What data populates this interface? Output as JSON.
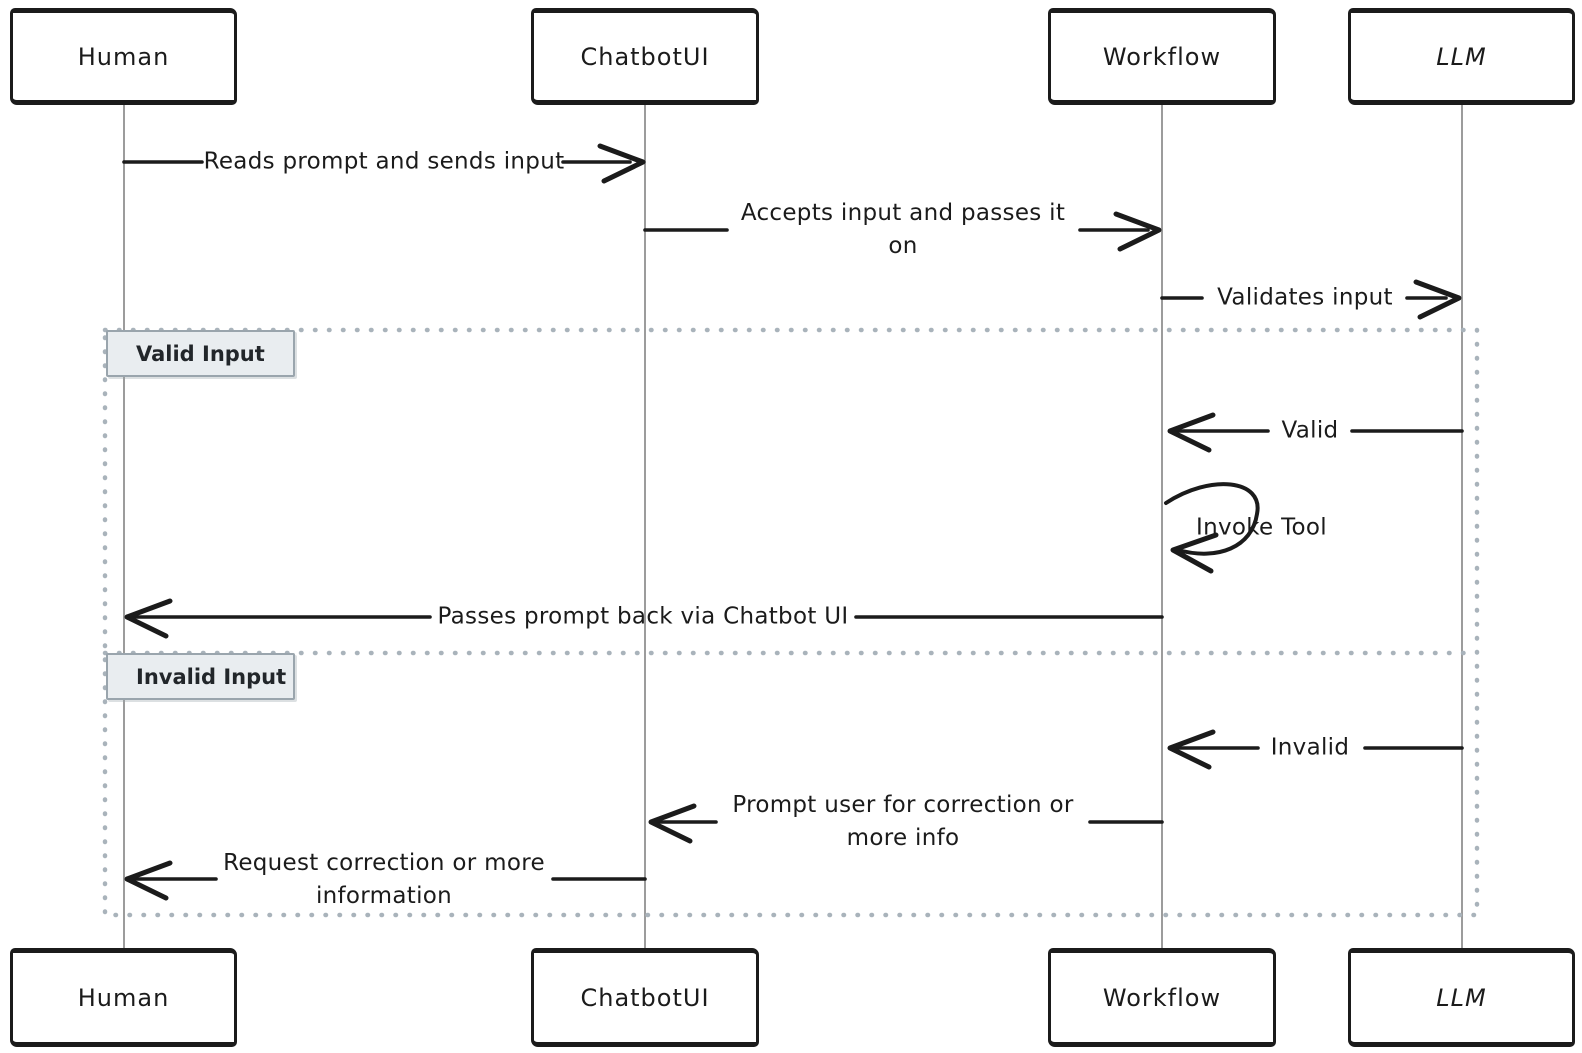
{
  "participants": [
    {
      "name": "Human"
    },
    {
      "name": "ChatbotUI"
    },
    {
      "name": "Workflow"
    },
    {
      "name": "LLM"
    }
  ],
  "frames": [
    {
      "label": "Valid Input"
    },
    {
      "label": "Invalid Input"
    }
  ],
  "messages": [
    {
      "from": "Human",
      "to": "ChatbotUI",
      "lines": [
        "Reads prompt and sends input"
      ]
    },
    {
      "from": "ChatbotUI",
      "to": "Workflow",
      "lines": [
        "Accepts input and passes it",
        "on"
      ]
    },
    {
      "from": "Workflow",
      "to": "LLM",
      "lines": [
        "Validates input"
      ]
    },
    {
      "from": "LLM",
      "to": "Workflow",
      "frame": "Valid Input",
      "lines": [
        "Valid"
      ]
    },
    {
      "from": "Workflow",
      "to": "Workflow",
      "frame": "Valid Input",
      "lines": [
        "Invoke Tool"
      ]
    },
    {
      "from": "Workflow",
      "to": "Human",
      "frame": "Valid Input",
      "lines": [
        "Passes prompt back via Chatbot UI"
      ]
    },
    {
      "from": "LLM",
      "to": "Workflow",
      "frame": "Invalid Input",
      "lines": [
        "Invalid"
      ]
    },
    {
      "from": "Workflow",
      "to": "ChatbotUI",
      "frame": "Invalid Input",
      "lines": [
        "Prompt user for correction or",
        "more info"
      ]
    },
    {
      "from": "ChatbotUI",
      "to": "Human",
      "frame": "Invalid Input",
      "lines": [
        "Request correction or more",
        "information"
      ]
    }
  ],
  "colors": {
    "background": "#ffffff",
    "box_border": "#1b1b1b",
    "lifeline": "#9c9c9c",
    "message": "#1b1b1b",
    "frame_dots": "#a9b3bb",
    "frame_label_bg": "#e9edf0",
    "frame_label_border": "#9aa5ad"
  }
}
